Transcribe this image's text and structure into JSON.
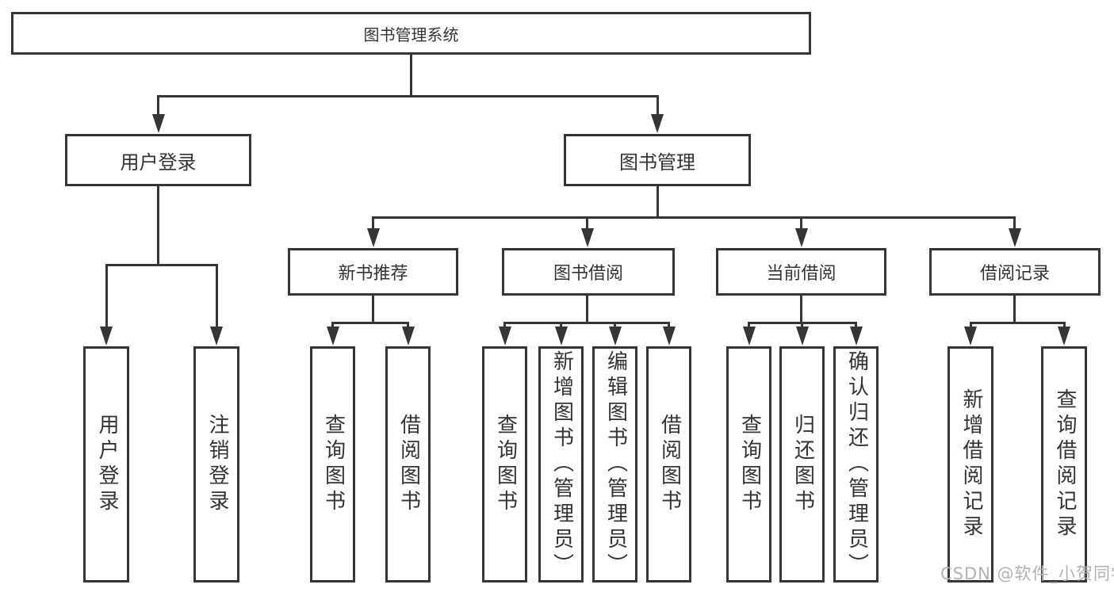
{
  "tree": {
    "label": "图书管理系统",
    "children": [
      {
        "label": "用户登录",
        "children": [
          {
            "label": "用户登录"
          },
          {
            "label": "注销登录"
          }
        ]
      },
      {
        "label": "图书管理",
        "children": [
          {
            "label": "新书推荐",
            "children": [
              {
                "label": "查询图书"
              },
              {
                "label": "借阅图书"
              }
            ]
          },
          {
            "label": "图书借阅",
            "children": [
              {
                "label": "查询图书"
              },
              {
                "label": "新增图书（管理员）"
              },
              {
                "label": "编辑图书（管理员）"
              },
              {
                "label": "借阅图书"
              }
            ]
          },
          {
            "label": "当前借阅",
            "children": [
              {
                "label": "查询图书"
              },
              {
                "label": "归还图书"
              },
              {
                "label": "确认归还（管理员）"
              }
            ]
          },
          {
            "label": "借阅记录",
            "children": [
              {
                "label": "新增借阅记录"
              },
              {
                "label": "查询借阅记录"
              }
            ]
          }
        ]
      }
    ]
  },
  "watermark": {
    "text": "CSDN @软件_小贺同学"
  },
  "colors": {
    "line": "#363636",
    "text": "#333333",
    "background": "#ffffff",
    "watermark": "#b2b2b2"
  }
}
